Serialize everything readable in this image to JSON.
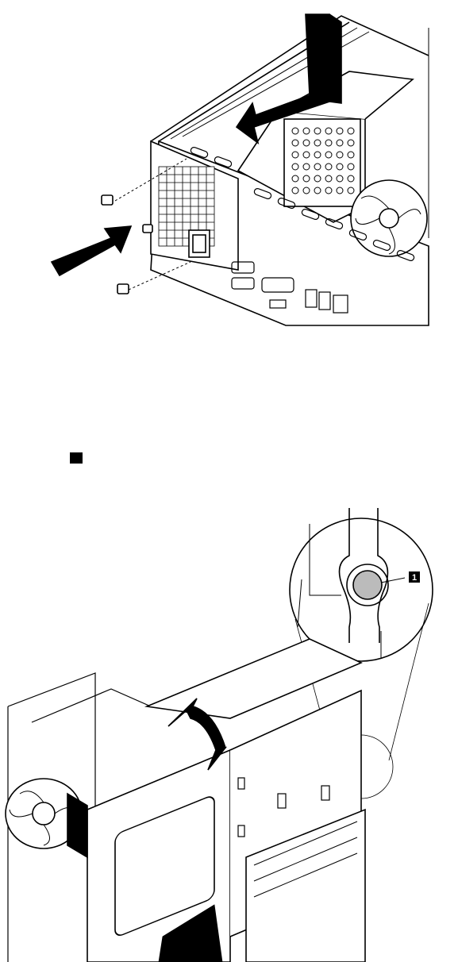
{
  "figures": [
    {
      "name": "power-supply-install-illustration"
    },
    {
      "name": "drive-bay-rotate-illustration",
      "callout_label": "1"
    }
  ],
  "colors": {
    "line": "#000000",
    "fill": "#ffffff",
    "tab": "#bbbbbb"
  }
}
